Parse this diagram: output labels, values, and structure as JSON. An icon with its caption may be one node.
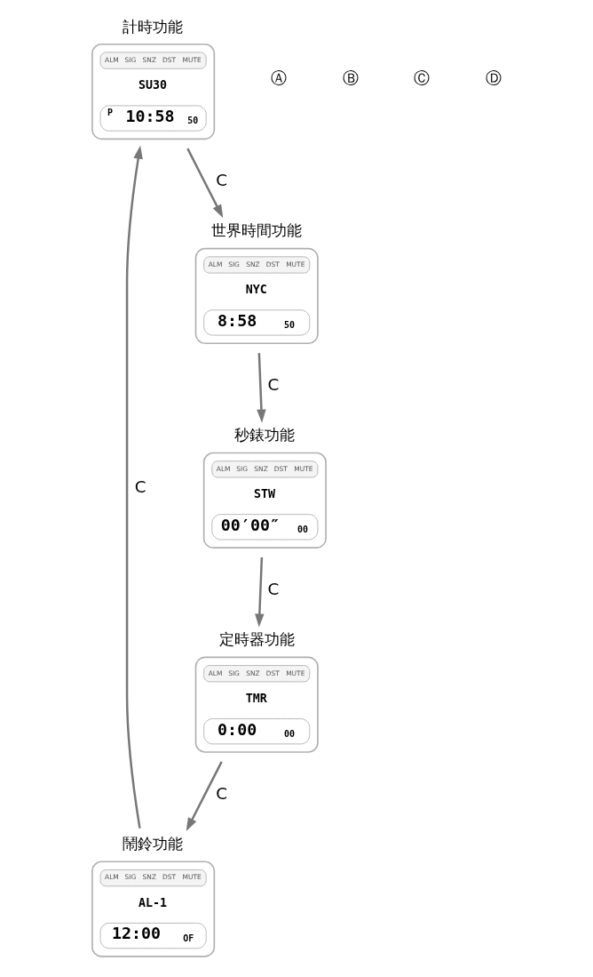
{
  "diagram": {
    "nodes": [
      {
        "text": [
          "計時功能",
          "ALM",
          "SIG",
          "SNZ",
          "DST",
          "MUTE",
          "SU30",
          "P",
          "10:58",
          "50"
        ]
      },
      {
        "text": [
          "鬧鈴功能",
          "ALM",
          "SIG",
          "SNZ",
          "DST",
          "MUTE",
          "AL-1",
          "12:00",
          "OF"
        ]
      },
      {
        "text": [
          "世界時間功能",
          "ALM",
          "SIG",
          "SNZ",
          "DST",
          "MUTE",
          "NYC",
          "8:58",
          "50"
        ]
      },
      {
        "text": [
          "定時器功能",
          "ALM",
          "SIG",
          "SNZ",
          "DST",
          "MUTE",
          "TMR",
          "0:00",
          "00"
        ]
      },
      {
        "text": [
          "秒錶功能",
          "ALM",
          "SIG",
          "SNZ",
          "DST",
          "MUTE",
          "STW",
          "00′00″",
          "00"
        ]
      }
    ],
    "edges": [
      {
        "from": 0,
        "to": 2,
        "arrow": "to",
        "label": "C"
      },
      {
        "from": 2,
        "to": 4,
        "arrow": "to",
        "label": "C"
      },
      {
        "from": 4,
        "to": 3,
        "arrow": "to",
        "label": "C"
      },
      {
        "from": 3,
        "to": 1,
        "arrow": "to",
        "label": "C"
      },
      {
        "from": 1,
        "to": 0,
        "arrow": "to",
        "label": "C"
      }
    ],
    "labels": [
      "Ⓐ",
      "Ⓑ",
      "Ⓒ",
      "Ⓓ"
    ]
  }
}
